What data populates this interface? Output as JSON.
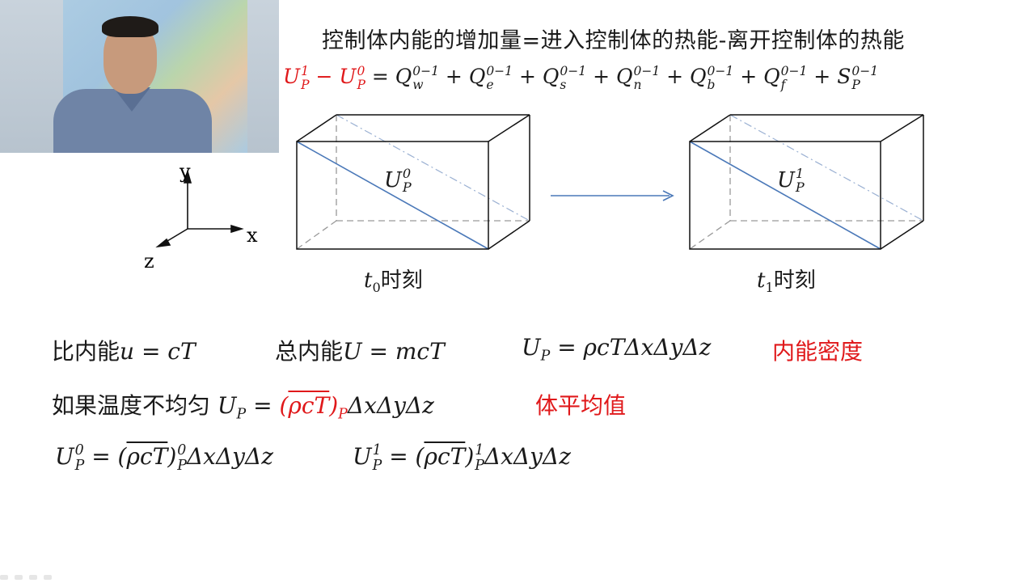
{
  "slide": {
    "heading": "控制体内能的增加量=进入控制体的热能-离开控制体的热能",
    "eq1": {
      "lhs_a": "U",
      "lhs_a_sup": "1",
      "lhs_a_sub": "P",
      "minus": " − ",
      "lhs_b": "U",
      "lhs_b_sup": "0",
      "lhs_b_sub": "P",
      "rhs": " = Q",
      "q_sup": "0−1",
      "terms": [
        {
          "sym": "Q",
          "sub": "w",
          "sup": "0−1"
        },
        {
          "sym": "Q",
          "sub": "e",
          "sup": "0−1"
        },
        {
          "sym": "Q",
          "sub": "s",
          "sup": "0−1"
        },
        {
          "sym": "Q",
          "sub": "n",
          "sup": "0−1"
        },
        {
          "sym": "Q",
          "sub": "b",
          "sup": "0−1"
        },
        {
          "sym": "Q",
          "sub": "f",
          "sup": "0−1"
        },
        {
          "sym": "S",
          "sub": "P",
          "sup": "0−1"
        }
      ]
    },
    "axes": {
      "x": "x",
      "y": "y",
      "z": "z"
    },
    "box0": {
      "label_sym": "U",
      "label_sub": "P",
      "label_sup": "0"
    },
    "box1": {
      "label_sym": "U",
      "label_sub": "P",
      "label_sup": "1"
    },
    "t0": {
      "sym": "t",
      "sub": "0",
      "text": "时刻"
    },
    "t1": {
      "sym": "t",
      "sub": "1",
      "text": "时刻"
    },
    "row1": {
      "a_cn": "比内能",
      "a_math": "u = cT",
      "b_cn": "总内能",
      "b_math": "U = mcT",
      "c_math_sym": "U",
      "c_math_sub": "P",
      "c_math_rest": " = ρcTΔxΔyΔz",
      "d_cn": "内能密度"
    },
    "row2": {
      "a_cn": "如果温度不均匀 ",
      "a_sym": "U",
      "a_sub": "P",
      "a_eq": " = ",
      "bar_open": "(",
      "bar_text": "ρcT",
      "bar_close": ")",
      "bar_sub": "P",
      "rest": "ΔxΔyΔz",
      "b_cn": "体平均值"
    },
    "row3": {
      "a_sym": "U",
      "a_sup": "0",
      "a_sub": "P",
      "a_eq": " = (",
      "a_bar": "ρcT",
      "a_close": ")",
      "a_close_sup": "0",
      "a_close_sub": "P",
      "a_rest": "ΔxΔyΔz",
      "b_sym": "U",
      "b_sup": "1",
      "b_sub": "P",
      "b_eq": " = (",
      "b_bar": "ρcT",
      "b_close": ")",
      "b_close_sup": "1",
      "b_close_sub": "P",
      "b_rest": "ΔxΔyΔz"
    }
  },
  "colors": {
    "accent_red": "#e0191b",
    "diagonal_blue": "#4a78b8",
    "dash_gray": "#999999"
  }
}
